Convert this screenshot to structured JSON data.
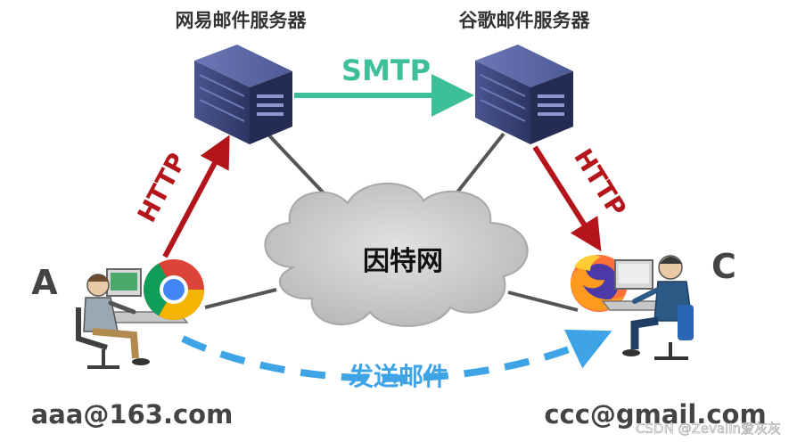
{
  "servers": {
    "left": {
      "label": "网易邮件服务器"
    },
    "right": {
      "label": "谷歌邮件服务器"
    }
  },
  "protocols": {
    "smtp": "SMTP",
    "http_left": "HTTP",
    "http_right": "HTTP"
  },
  "cloud": {
    "label": "因特网"
  },
  "users": {
    "a": {
      "letter": "A",
      "email": "aaa@163.com"
    },
    "c": {
      "letter": "C",
      "email": "ccc@gmail.com"
    }
  },
  "send_label": "发送邮件",
  "watermark": "CSDN @Zevalin爱灰灰",
  "colors": {
    "smtp": "#3dbf9a",
    "http": "#b3151b",
    "send": "#3ea4e6",
    "server": "#3a4476",
    "cloud": "#c9c9c9",
    "link": "#555555"
  }
}
